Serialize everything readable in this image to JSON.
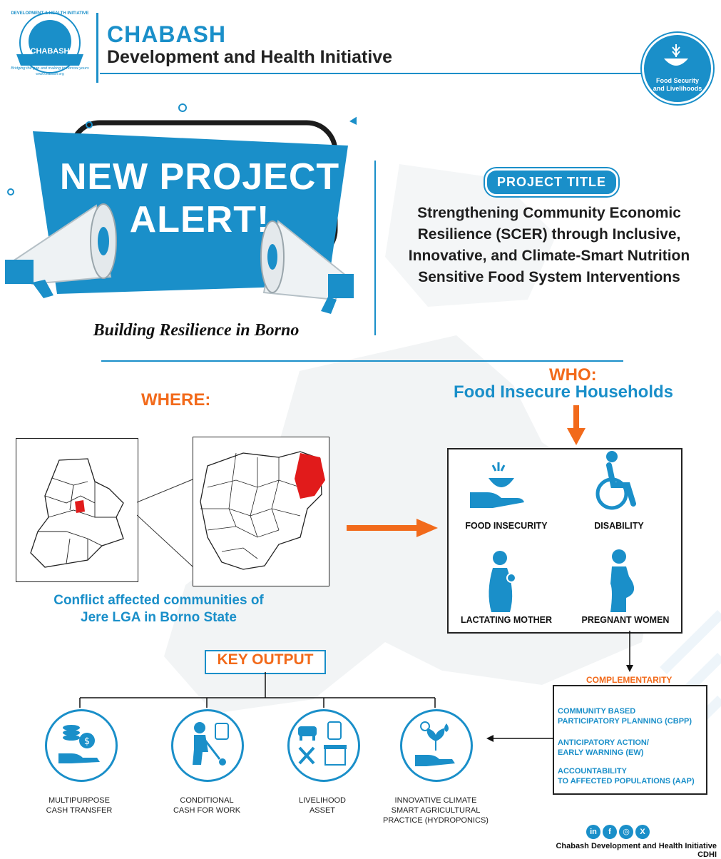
{
  "header": {
    "org_short": "CHABASH",
    "org_full": "Development and Health Initiative",
    "logo": {
      "ring_text": "DEVELOPMENT & HEALTH INITIATIVE",
      "name": "CHABASH",
      "motto": "Bridging the gap and making tomorrow yours",
      "website": "www.chabash.org"
    },
    "badge_line1": "Food Security",
    "badge_line2": "and Livelihoods",
    "badge_icon": "food-bowl-icon"
  },
  "alert": {
    "line1": "NEW PROJECT",
    "line2": "ALERT!",
    "tagline": "Building Resilience in Borno",
    "icon": "megaphone-icon"
  },
  "project": {
    "pill": "PROJECT TITLE",
    "title_lines": [
      "Strengthening Community Economic",
      "Resilience (SCER) through Inclusive,",
      "Innovative, and Climate-Smart Nutrition",
      "Sensitive Food System Interventions"
    ]
  },
  "where": {
    "label": "WHERE:",
    "caption_line1": "Conflict affected communities of",
    "caption_line2": "Jere LGA in Borno State"
  },
  "who": {
    "label": "WHO:",
    "subtitle": "Food Insecure Households",
    "groups": [
      {
        "label": "FOOD INSECURITY",
        "icon": "hand-bowl-icon"
      },
      {
        "label": "DISABILITY",
        "icon": "wheelchair-icon"
      },
      {
        "label": "LACTATING MOTHER",
        "icon": "mother-baby-icon"
      },
      {
        "label": "PREGNANT WOMEN",
        "icon": "pregnant-woman-icon"
      }
    ]
  },
  "complementarity": {
    "label": "COMPLEMENTARITY",
    "items": [
      {
        "line1": "COMMUNITY BASED",
        "line2": "PARTICIPATORY PLANNING (CBPP)"
      },
      {
        "line1": "ANTICIPATORY ACTION/",
        "line2": "EARLY WARNING (EW)"
      },
      {
        "line1": "ACCOUNTABILITY",
        "line2": "TO AFFECTED POPULATIONS (AAP)"
      }
    ]
  },
  "key_output": {
    "label": "KEY OUTPUT",
    "items": [
      {
        "line1": "MULTIPURPOSE",
        "line2": "CASH TRANSFER",
        "line3": "",
        "icon": "cash-hand-icon"
      },
      {
        "line1": "CONDITIONAL",
        "line2": "CASH FOR WORK",
        "line3": "",
        "icon": "worker-shovel-icon"
      },
      {
        "line1": "LIVELIHOOD",
        "line2": "ASSET",
        "line3": "",
        "icon": "livelihood-assets-icon"
      },
      {
        "line1": "INNOVATIVE CLIMATE",
        "line2": "SMART AGRICULTURAL",
        "line3": "PRACTICE (HYDROPONICS)",
        "icon": "plant-hand-icon"
      }
    ]
  },
  "footer": {
    "social": [
      {
        "glyph": "in",
        "icon": "linkedin-icon"
      },
      {
        "glyph": "f",
        "icon": "facebook-icon"
      },
      {
        "glyph": "◎",
        "icon": "instagram-icon"
      },
      {
        "glyph": "X",
        "icon": "x-icon"
      }
    ],
    "org": "Chabash Development and Health Initiative CDHI"
  },
  "colors": {
    "brand_blue": "#1a8fc9",
    "accent_orange": "#f26a1b",
    "map_highlight": "#e11b1b"
  }
}
